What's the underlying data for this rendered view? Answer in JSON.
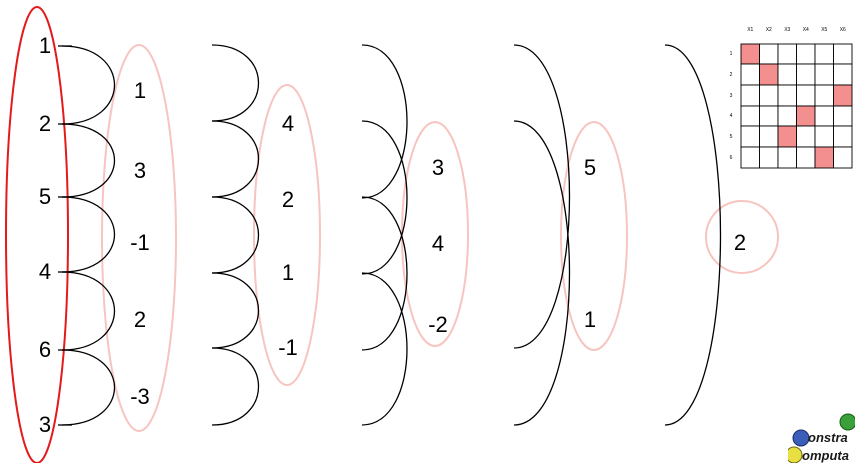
{
  "columns": [
    {
      "values": [
        "1",
        "2",
        "5",
        "4",
        "6",
        "3"
      ]
    },
    {
      "values": [
        "1",
        "3",
        "-1",
        "2",
        "-3"
      ]
    },
    {
      "values": [
        "4",
        "2",
        "1",
        "-1"
      ]
    },
    {
      "values": [
        "3",
        "4",
        "-2"
      ]
    },
    {
      "values": [
        "5",
        "1"
      ]
    },
    {
      "values": [
        "2"
      ]
    }
  ],
  "matrix": {
    "col_headers": [
      "X1",
      "X2",
      "X3",
      "X4",
      "X5",
      "X6"
    ],
    "row_headers": [
      "1",
      "2",
      "3",
      "4",
      "5",
      "6"
    ],
    "highlighted": [
      [
        0,
        0
      ],
      [
        1,
        1
      ],
      [
        2,
        5
      ],
      [
        3,
        3
      ],
      [
        4,
        2
      ],
      [
        5,
        4
      ]
    ],
    "highlight_color": "#f48f8f"
  },
  "colors": {
    "input_ellipse": "#e41a1a",
    "level_ellipse": "#f7c4c0",
    "connector": "#000000"
  },
  "logo": {
    "line1": "onstra",
    "line2": "omputa",
    "icon": "c-circle-logo-icon"
  }
}
